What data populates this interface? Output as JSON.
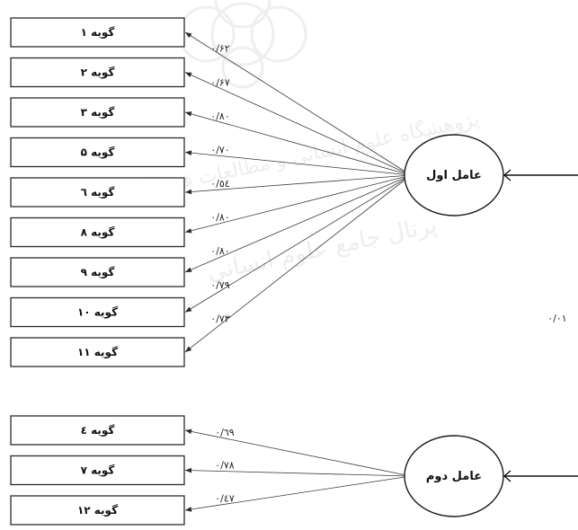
{
  "diagram": {
    "watermark": {
      "line1": "پژوهشگاه علوم انسانی و مطالعات فرهنگی",
      "line2": "پرتال جامع علوم انسانی"
    },
    "factors": [
      {
        "id": "f1",
        "label": "عامل اول",
        "items": [
          {
            "label": "گویه ۱",
            "loading": "۰/۶۲"
          },
          {
            "label": "گویه ۲",
            "loading": "۰/۶۷"
          },
          {
            "label": "گویه ۳",
            "loading": "۰/۸۰"
          },
          {
            "label": "گویه ۵",
            "loading": "۰/۷۰"
          },
          {
            "label": "گویه ٦",
            "loading": "۰/٥٤"
          },
          {
            "label": "گویه ۸",
            "loading": "۰/۸۰"
          },
          {
            "label": "گویه ۹",
            "loading": "۰/۸۰"
          },
          {
            "label": "گویه ۱۰",
            "loading": "۰/۷۹"
          },
          {
            "label": "گویه ۱۱",
            "loading": "۰/۷۳"
          }
        ]
      },
      {
        "id": "f2",
        "label": "عامل دوم",
        "items": [
          {
            "label": "گویه ٤",
            "loading": "۰/٦٩"
          },
          {
            "label": "گویه ۷",
            "loading": "۰/۷۸"
          },
          {
            "label": "گویه ۱۲",
            "loading": "۰/٤۷"
          }
        ]
      }
    ],
    "correlation": "۰/۰۱"
  }
}
